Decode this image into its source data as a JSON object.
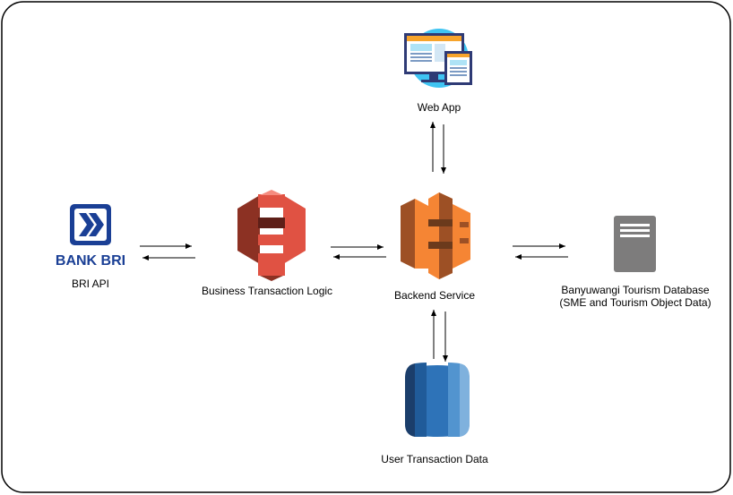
{
  "nodes": {
    "web_app": {
      "label": "Web App",
      "icon": "web-browser-icon"
    },
    "bri_api": {
      "label": "BRI API",
      "logo_text": "BANK BRI",
      "icon": "bank-bri-logo",
      "color": "#1a3f95"
    },
    "business_logic": {
      "label": "Business Transaction Logic",
      "icon": "aws-s3-icon",
      "color": "#e05243"
    },
    "backend": {
      "label": "Backend Service",
      "icon": "aws-compute-icon",
      "color": "#f58534"
    },
    "tourism_db": {
      "label_line1": "Banyuwangi Tourism Database",
      "label_line2": "(SME and Tourism Object Data)",
      "icon": "server-icon",
      "color": "#7d7c7c"
    },
    "user_data": {
      "label": "User Transaction Data",
      "icon": "aws-rds-database-icon",
      "color": "#2e73b8"
    }
  },
  "connections": [
    {
      "from": "bri_api",
      "to": "business_logic",
      "type": "bidirectional"
    },
    {
      "from": "business_logic",
      "to": "backend",
      "type": "bidirectional"
    },
    {
      "from": "backend",
      "to": "tourism_db",
      "type": "bidirectional"
    },
    {
      "from": "backend",
      "to": "web_app",
      "type": "bidirectional"
    },
    {
      "from": "backend",
      "to": "user_data",
      "type": "bidirectional"
    }
  ]
}
